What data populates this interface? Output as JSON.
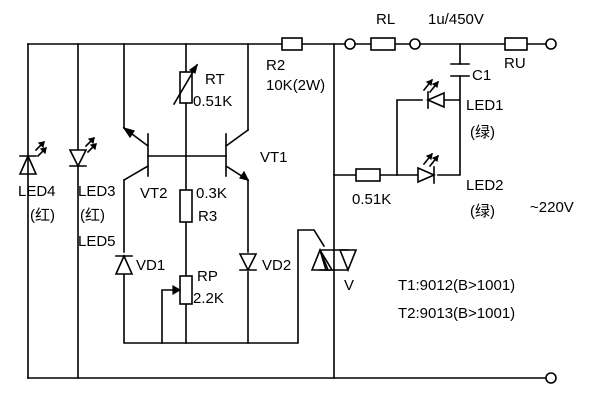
{
  "labels": {
    "rl": "RL",
    "c1_value": "1u/450V",
    "ru": "RU",
    "r2": "R2",
    "r2_value": "10K(2W)",
    "c1": "C1",
    "rt": "RT",
    "rt_value": "0.51K",
    "led1": "LED1",
    "led1_color": "(绿)",
    "vt1": "VT1",
    "vt2": "VT2",
    "r_series": "0.51K",
    "led2": "LED2",
    "led2_color": "(绿)",
    "led4": "LED4",
    "led4_color": "(红)",
    "led3": "LED3",
    "led3_color": "(红)",
    "led5": "LED5",
    "r3_value": "0.3K",
    "r3": "R3",
    "supply": "~220V",
    "vd1": "VD1",
    "vd2": "VD2",
    "rp": "RP",
    "rp_value": "2.2K",
    "triac": "V",
    "t1_note": "T1:9012(B>1001)",
    "t2_note": "T2:9013(B>1001)"
  }
}
